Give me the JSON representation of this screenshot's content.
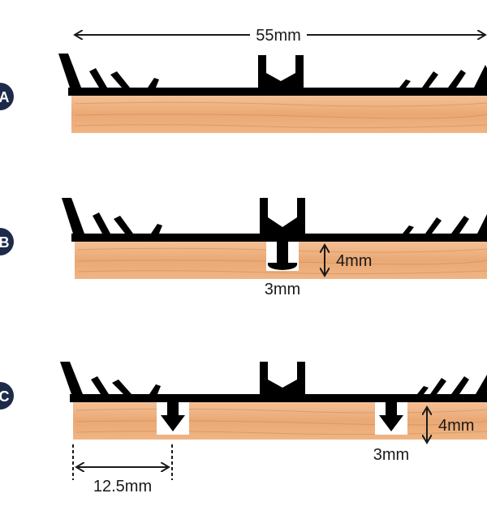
{
  "width_label": "55mm",
  "variants": [
    {
      "badge": "A"
    },
    {
      "badge": "B",
      "groove_depth_label": "4mm",
      "groove_width_label": "3mm"
    },
    {
      "badge": "C",
      "groove_depth_label": "4mm",
      "groove_width_label": "3mm",
      "offset_label": "12.5mm"
    }
  ],
  "colors": {
    "profile": "#000000",
    "wood_light": "#f2b98a",
    "wood_dark": "#e29d67",
    "badge": "#1e2a4a",
    "line": "#1a1a1a"
  }
}
